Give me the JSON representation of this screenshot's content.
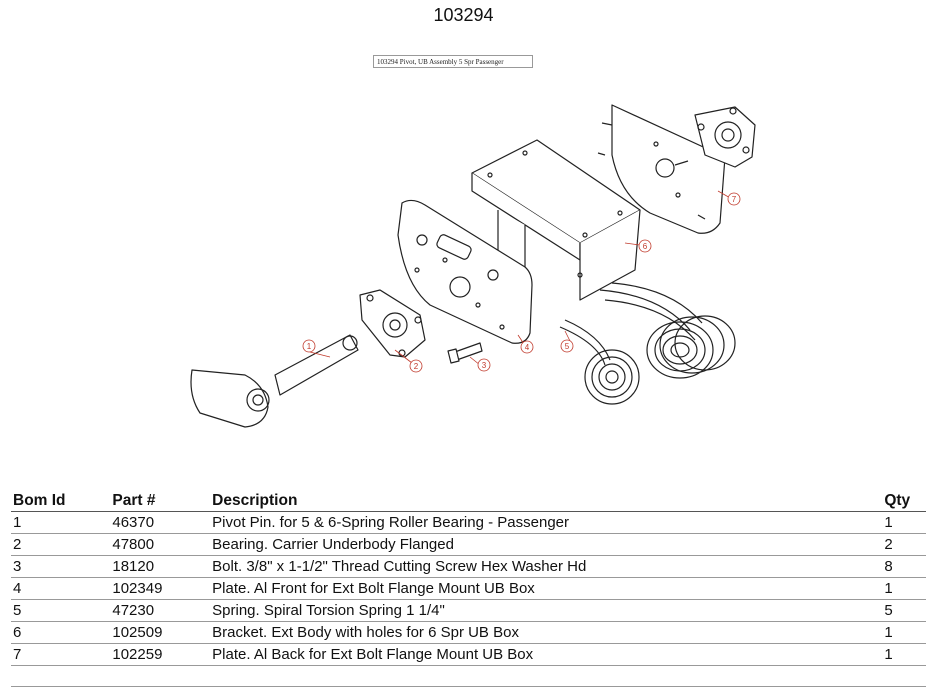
{
  "page": {
    "title": "103294",
    "caption": "103294 Pivot, UB Assembly 5 Spr Passenger"
  },
  "callouts": [
    "1",
    "2",
    "3",
    "4",
    "5",
    "6",
    "7"
  ],
  "callout_color": "#c0392b",
  "table": {
    "headers": [
      "Bom Id",
      "Part #",
      "Description",
      "Qty"
    ],
    "rows": [
      [
        "1",
        "46370",
        "Pivot Pin. for 5 & 6-Spring Roller Bearing - Passenger",
        "1"
      ],
      [
        "2",
        "47800",
        "Bearing. Carrier Underbody Flanged",
        "2"
      ],
      [
        "3",
        "18120",
        "Bolt. 3/8\" x 1-1/2\" Thread Cutting Screw Hex Washer Hd",
        "8"
      ],
      [
        "4",
        "102349",
        "Plate. Al Front for Ext Bolt Flange Mount UB Box",
        "1"
      ],
      [
        "5",
        "47230",
        "Spring. Spiral Torsion Spring 1 1/4\"",
        "5"
      ],
      [
        "6",
        "102509",
        "Bracket. Ext Body with holes for 6 Spr UB Box",
        "1"
      ],
      [
        "7",
        "102259",
        "Plate. Al Back for Ext Bolt Flange Mount UB Box",
        "1"
      ]
    ]
  }
}
